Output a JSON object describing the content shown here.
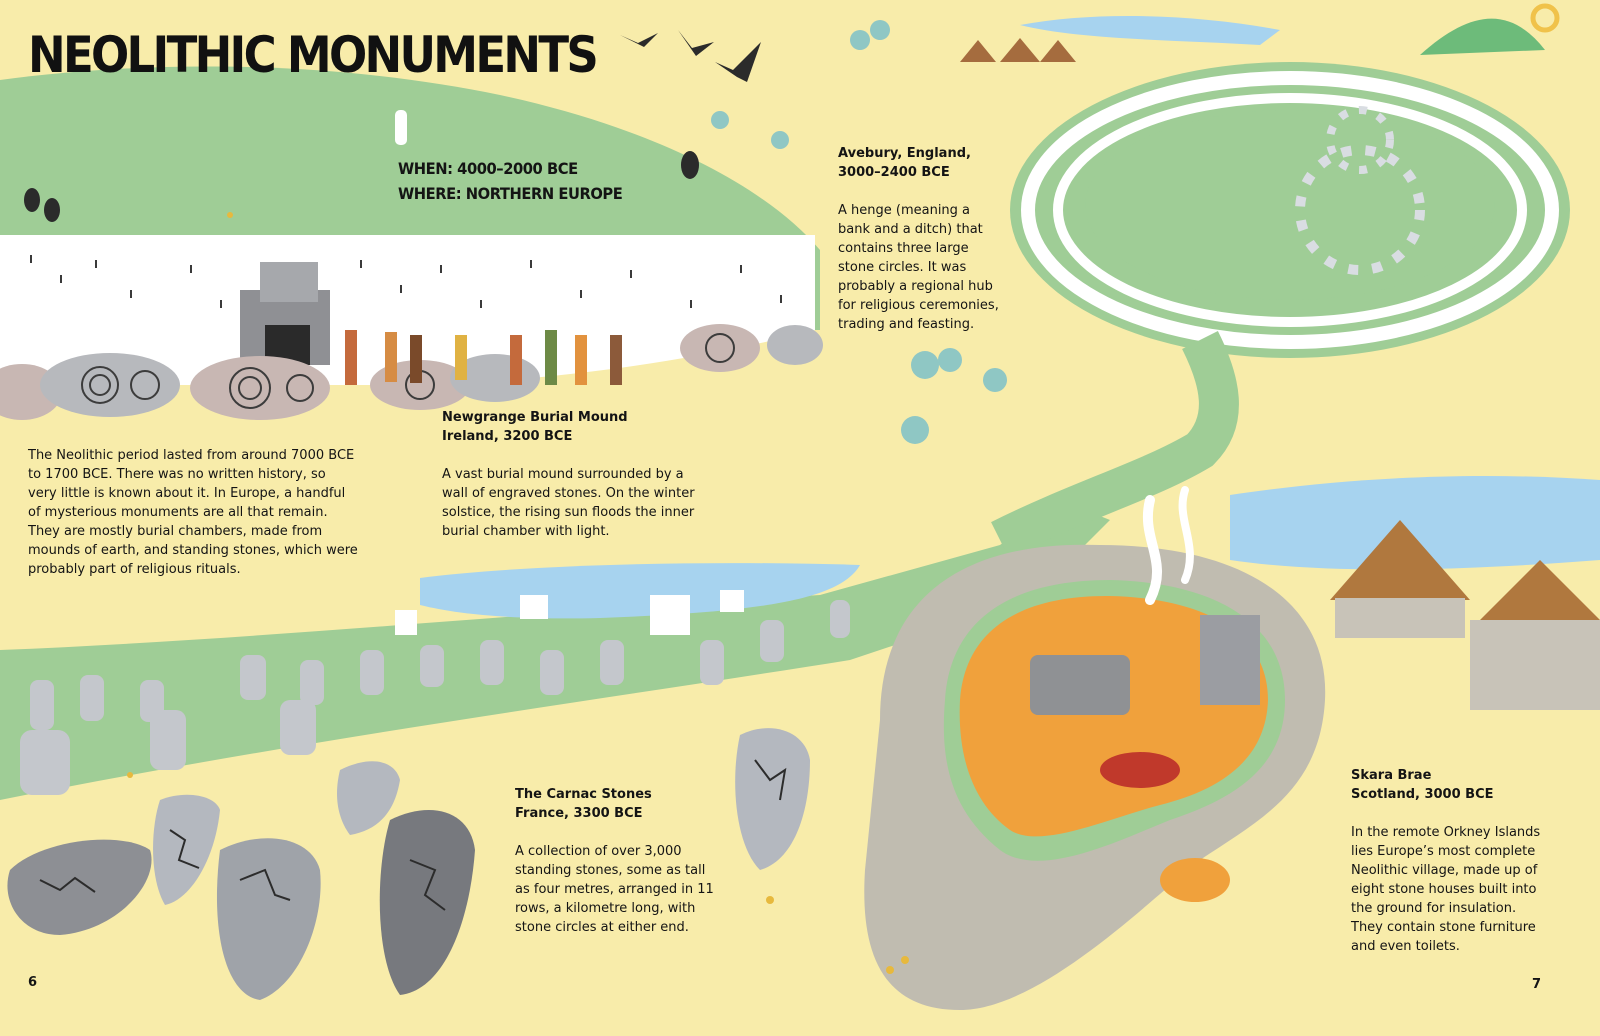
{
  "title": "NEOLITHIC MONUMENTS",
  "when": "WHEN: 4000–2000 BCE",
  "where": "WHERE: NORTHERN EUROPE",
  "intro": "The Neolithic period lasted from around 7000 BCE to 1700 BCE. There was no written history, so very little is known about it. In Europe, a handful of mysterious monuments are all that remain. They are mostly burial chambers, made from mounds of earth, and standing stones, which were probably part of religious rituals.",
  "newgrange": {
    "title": "Newgrange Burial Mound",
    "subtitle": "Ireland, 3200 BCE",
    "body": "A vast burial mound surrounded by a wall of engraved stones. On the winter solstice, the rising sun floods the inner burial chamber with light."
  },
  "avebury": {
    "title": "Avebury, England,",
    "subtitle": "3000–2400 BCE",
    "body": "A henge (meaning a bank and a ditch) that contains three large stone circles. It was probably a regional hub for religious ceremonies, trading and feasting."
  },
  "carnac": {
    "title": "The Carnac Stones",
    "subtitle": "France, 3300 BCE",
    "body": "A collection of over 3,000 standing stones, some as tall as four metres, arranged in 11 rows, a kilometre long, with stone circles at either end."
  },
  "skara": {
    "title": "Skara Brae",
    "subtitle": "Scotland, 3000 BCE",
    "body": "In the remote Orkney Islands lies Europe’s most complete Neolithic village, made up of eight stone houses built into the ground for insulation. They contain stone furniture and even toilets."
  },
  "page_left": "6",
  "page_right": "7",
  "colors": {
    "background": "#f8ecaa",
    "grass": "#9fcd96",
    "stone": "#b9bdc4",
    "water": "#a7d3ef",
    "interior": "#f0a13c",
    "ink": "#141414"
  }
}
